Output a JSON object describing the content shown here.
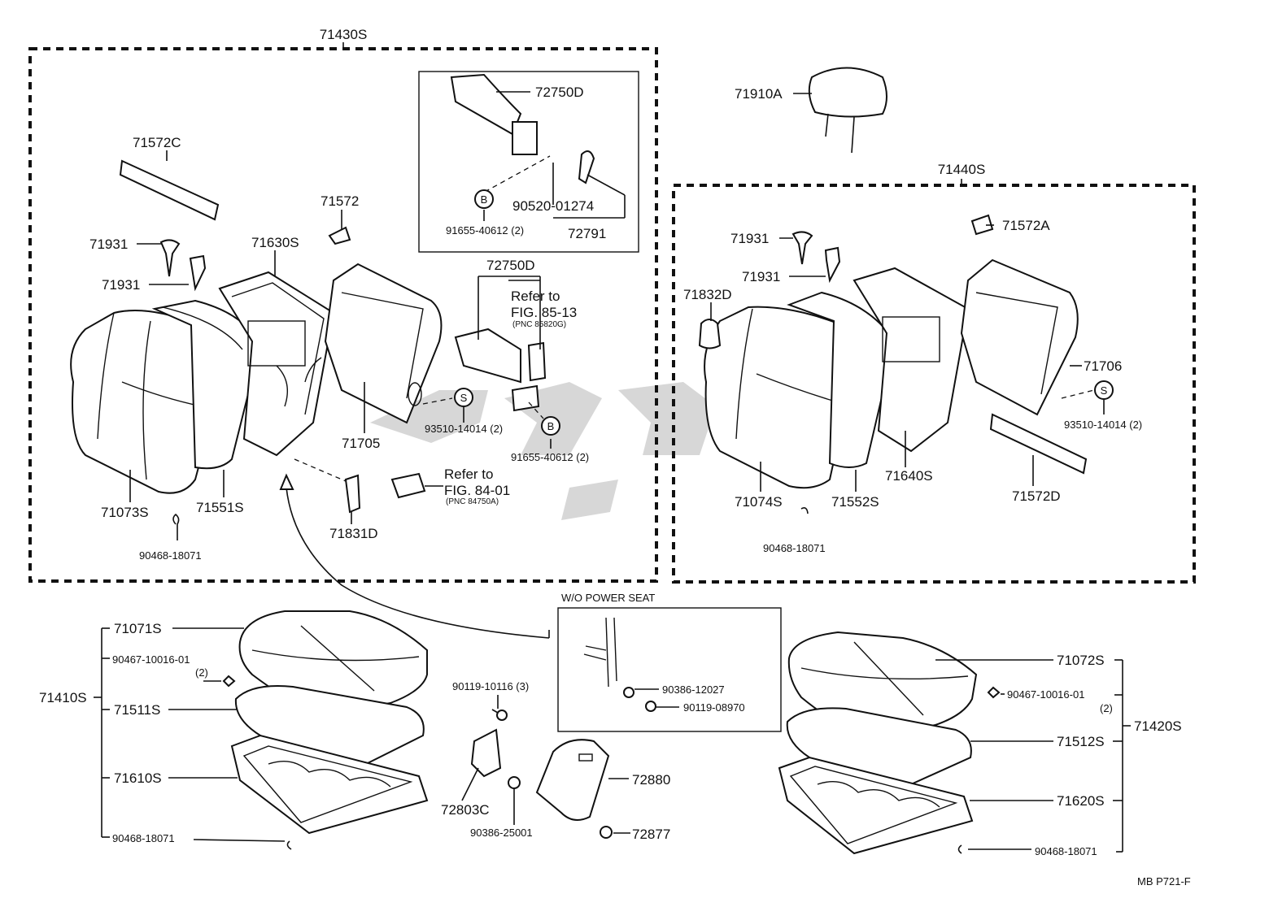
{
  "labels": {
    "p71430S": "71430S",
    "p72750D_a": "72750D",
    "p71572C": "71572C",
    "p71572": "71572",
    "p71931_a": "71931",
    "p71931_b": "71931",
    "p71630S": "71630S",
    "p90520": "90520-01274",
    "p91655_a": "91655-40612 (2)",
    "p72791": "72791",
    "p72750D_b": "72750D",
    "p71705": "71705",
    "p93510_a": "93510-14014 (2)",
    "p91655_b": "91655-40612 (2)",
    "p71073S": "71073S",
    "p71551S": "71551S",
    "p90468_a": "90468-18071",
    "p71831D": "71831D",
    "p71910A": "71910A",
    "p71440S": "71440S",
    "p71931_c": "71931",
    "p71572A": "71572A",
    "p71931_d": "71931",
    "p71832D": "71832D",
    "p71706": "71706",
    "p93510_b": "93510-14014 (2)",
    "p71640S": "71640S",
    "p71572D": "71572D",
    "p71074S": "71074S",
    "p71552S": "71552S",
    "p90468_b": "90468-18071",
    "p71071S": "71071S",
    "p90467_a": "90467-10016-01",
    "p90467_a2": "(2)",
    "p71410S": "71410S",
    "p71511S": "71511S",
    "p71610S": "71610S",
    "p90468_c": "90468-18071",
    "p90119_a": "90119-10116 (3)",
    "p72803C": "72803C",
    "p90386_a": "90386-25001",
    "p72880": "72880",
    "p72877": "72877",
    "p90386_b": "90386-12027",
    "p90119_b": "90119-08970",
    "p71072S": "71072S",
    "p90467_b": "90467-10016-01",
    "p90467_b2": "(2)",
    "p71420S": "71420S",
    "p71512S": "71512S",
    "p71620S": "71620S",
    "p90468_d": "90468-18071"
  },
  "refs": {
    "ref1_line1": "Refer to",
    "ref1_line2": "FIG. 85-13",
    "ref1_pnc": "(PNC 85820G)",
    "ref2_line1": "Refer to",
    "ref2_line2": "FIG. 84-01",
    "ref2_pnc": "(PNC 84750A)"
  },
  "markers": {
    "B": "B",
    "S": "S"
  },
  "inset_title": "W/O POWER SEAT",
  "footer_code": "MB P721-F"
}
